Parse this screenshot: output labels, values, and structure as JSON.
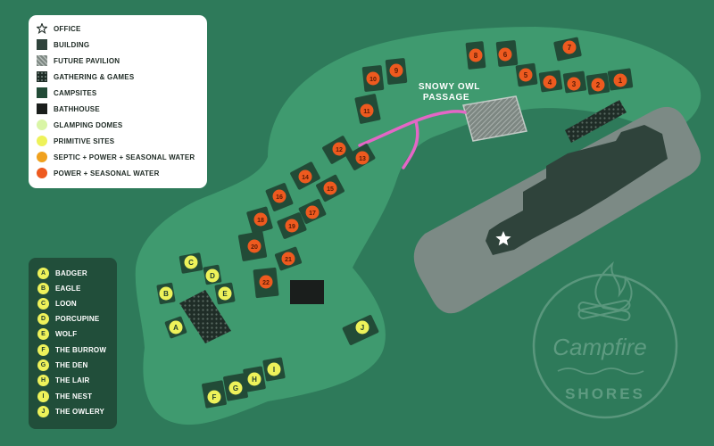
{
  "legend": {
    "items": [
      {
        "label": "OFFICE",
        "icon": "star-outline",
        "color": "#ffffff"
      },
      {
        "label": "BUILDING",
        "icon": "square",
        "color": "#2f433b"
      },
      {
        "label": "FUTURE PAVILION",
        "icon": "hatched-square",
        "color": "#9aa39f"
      },
      {
        "label": "GATHERING & GAMES",
        "icon": "dotted-square",
        "color": "#1f2d27"
      },
      {
        "label": "CAMPSITES",
        "icon": "square",
        "color": "#224b37"
      },
      {
        "label": "BATHHOUSE",
        "icon": "square",
        "color": "#1a1e1c"
      },
      {
        "label": "GLAMPING DOMES",
        "icon": "circle",
        "color": "#d9f5a6"
      },
      {
        "label": "PRIMITIVE SITES",
        "icon": "circle",
        "color": "#eef25a"
      },
      {
        "label": "SEPTIC + POWER + SEASONAL WATER",
        "icon": "circle",
        "color": "#f0a11e"
      },
      {
        "label": "POWER + SEASONAL WATER",
        "icon": "circle",
        "color": "#ee5a1f"
      }
    ]
  },
  "primitive_sites": [
    {
      "letter": "A",
      "name": "BADGER"
    },
    {
      "letter": "B",
      "name": "EAGLE"
    },
    {
      "letter": "C",
      "name": "LOON"
    },
    {
      "letter": "D",
      "name": "PORCUPINE"
    },
    {
      "letter": "E",
      "name": "WOLF"
    },
    {
      "letter": "F",
      "name": "THE BURROW"
    },
    {
      "letter": "G",
      "name": "THE DEN"
    },
    {
      "letter": "H",
      "name": "THE LAIR"
    },
    {
      "letter": "I",
      "name": "THE NEST"
    },
    {
      "letter": "J",
      "name": "THE OWLERY"
    }
  ],
  "numbered_sites": [
    "1",
    "2",
    "3",
    "4",
    "5",
    "6",
    "7",
    "8",
    "9",
    "10",
    "11",
    "12",
    "13",
    "14",
    "15",
    "16",
    "17",
    "18",
    "19",
    "20",
    "21",
    "22"
  ],
  "lettered_sites": [
    "A",
    "B",
    "C",
    "D",
    "E",
    "F",
    "G",
    "H",
    "I",
    "J"
  ],
  "passage_label": [
    "SNOWY OWL",
    "PASSAGE"
  ],
  "brand": {
    "line1": "Campfire",
    "line2": "SHORES"
  },
  "colors": {
    "background": "#2e7a5a",
    "land": "#3f9a6f",
    "campsite": "#224b37",
    "parking": "#7c8a85",
    "building": "#2f433b",
    "path": "#e466c6",
    "primitive": "#eef25a",
    "septic": "#f0a11e",
    "power": "#ee5a1f"
  }
}
